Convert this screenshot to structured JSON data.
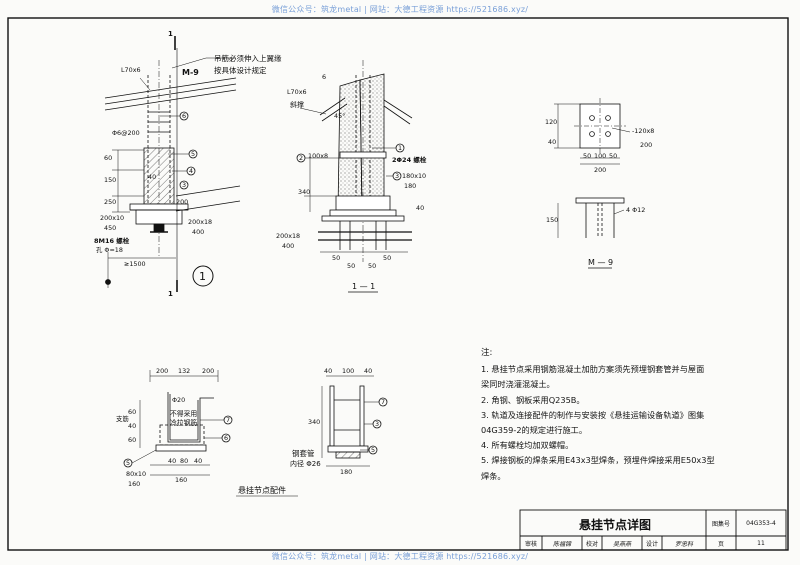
{
  "watermark": {
    "text": "微信公众号：筑龙metal | 网站：大德工程资源 https://521686.xyz/"
  },
  "detail_main": {
    "callout_main": "吊筋必须伸入上翼缘",
    "callout_sub": "按具体设计规定",
    "angle_label": "L70x6",
    "m9_label": "M-9",
    "rebar_label": "Φ6@200",
    "dims": {
      "d60": "60",
      "d150": "150",
      "d250": "250",
      "d40": "40",
      "d200": "200"
    },
    "plate_lower": "200x10",
    "plate_lower_len": "450",
    "plate_main": "200x18",
    "plate_main_len": "400",
    "bolt": "8M16 螺栓",
    "hole": "孔 Φ=18",
    "spacing": "≥1500",
    "section_no": "1",
    "section_mark": "1",
    "bubbles": [
      "6",
      "5",
      "4",
      "3"
    ]
  },
  "detail_section": {
    "angle_label": "L70x6",
    "brace_label": "斜撑",
    "angle_45": "45°",
    "c6": "6",
    "plate_top": "100x8",
    "bolt": "2Φ24 螺栓",
    "plate_mid": "180x10",
    "plate_mid_len": "180",
    "dim_340": "340",
    "dim_40": "40",
    "plate_bottom": "200x18",
    "plate_bottom_len": "400",
    "bottom_dims": [
      "50",
      "50",
      "50",
      "50"
    ],
    "caption": "1 — 1",
    "bubbles": [
      "1",
      "2",
      "3"
    ]
  },
  "detail_m9": {
    "plate_label": "-120x8",
    "plate_w": "200",
    "top_dims": [
      "120",
      "40"
    ],
    "bottom_dims": [
      "50",
      "100",
      "50"
    ],
    "total": "200",
    "rods": "4 Φ12",
    "rod_len": "150",
    "caption": "M — 9"
  },
  "detail_parts_left": {
    "top_dims": [
      "200",
      "132",
      "200"
    ],
    "rebar_label": "Φ20",
    "note1": "不得采用",
    "note2": "冷拉钢筋",
    "dim_side": [
      "60",
      "40",
      "60"
    ],
    "side_label": "支筋",
    "plate": "80x10",
    "plate_len": "160",
    "bottom_dims": [
      "40",
      "80",
      "40"
    ],
    "total": "160",
    "bubbles": [
      "7",
      "6",
      "5"
    ]
  },
  "detail_parts_right": {
    "top_dims": [
      "40",
      "100",
      "40"
    ],
    "height": "340",
    "pipe_label": "钢套管",
    "pipe_dia": "内径 Φ26",
    "width": "180",
    "bubbles": [
      "7",
      "3",
      "5"
    ]
  },
  "parts_caption": "悬挂节点配件",
  "notes": {
    "heading": "注:",
    "items": [
      "1. 悬挂节点采用钢筋混凝土加肋方案须先预埋钢套管并与屋面",
      "梁同时浇灌混凝土。",
      "2. 角钢、钢板采用Q235B。",
      "3. 轨道及连接配件的制作与安装按《悬挂运输设备轨道》图集",
      "04G359-2的规定进行施工。",
      "4. 所有螺栓均加双螺帽。",
      "5. 焊接钢板的焊条采用E43x3型焊条，预埋件焊接采用E50x3型",
      "焊条。"
    ]
  },
  "title_block": {
    "title": "悬挂节点详图",
    "atlas_label": "图集号",
    "atlas_no": "04G353-4",
    "page_label": "页",
    "page_no": "11",
    "review": "审核",
    "review_name": "陈福锦",
    "check": "校对",
    "check_name": "吴燕燕",
    "design": "设计",
    "design_name": "罗忠科"
  }
}
